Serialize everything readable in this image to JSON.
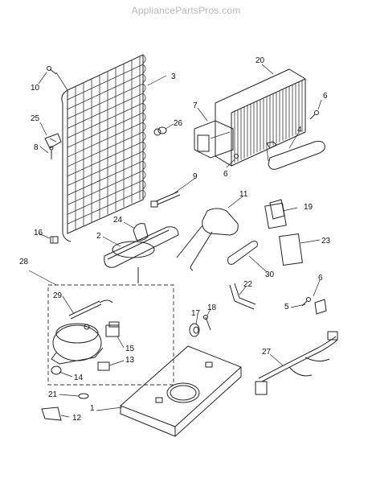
{
  "watermark": "AppliancePartsPros.com",
  "callouts": [
    "1",
    "2",
    "3",
    "4",
    "5",
    "6",
    "6",
    "6",
    "7",
    "8",
    "9",
    "10",
    "11",
    "12",
    "13",
    "14",
    "15",
    "16",
    "17",
    "18",
    "19",
    "20",
    "21",
    "22",
    "23",
    "24",
    "25",
    "26",
    "27",
    "28",
    "29",
    "30"
  ]
}
